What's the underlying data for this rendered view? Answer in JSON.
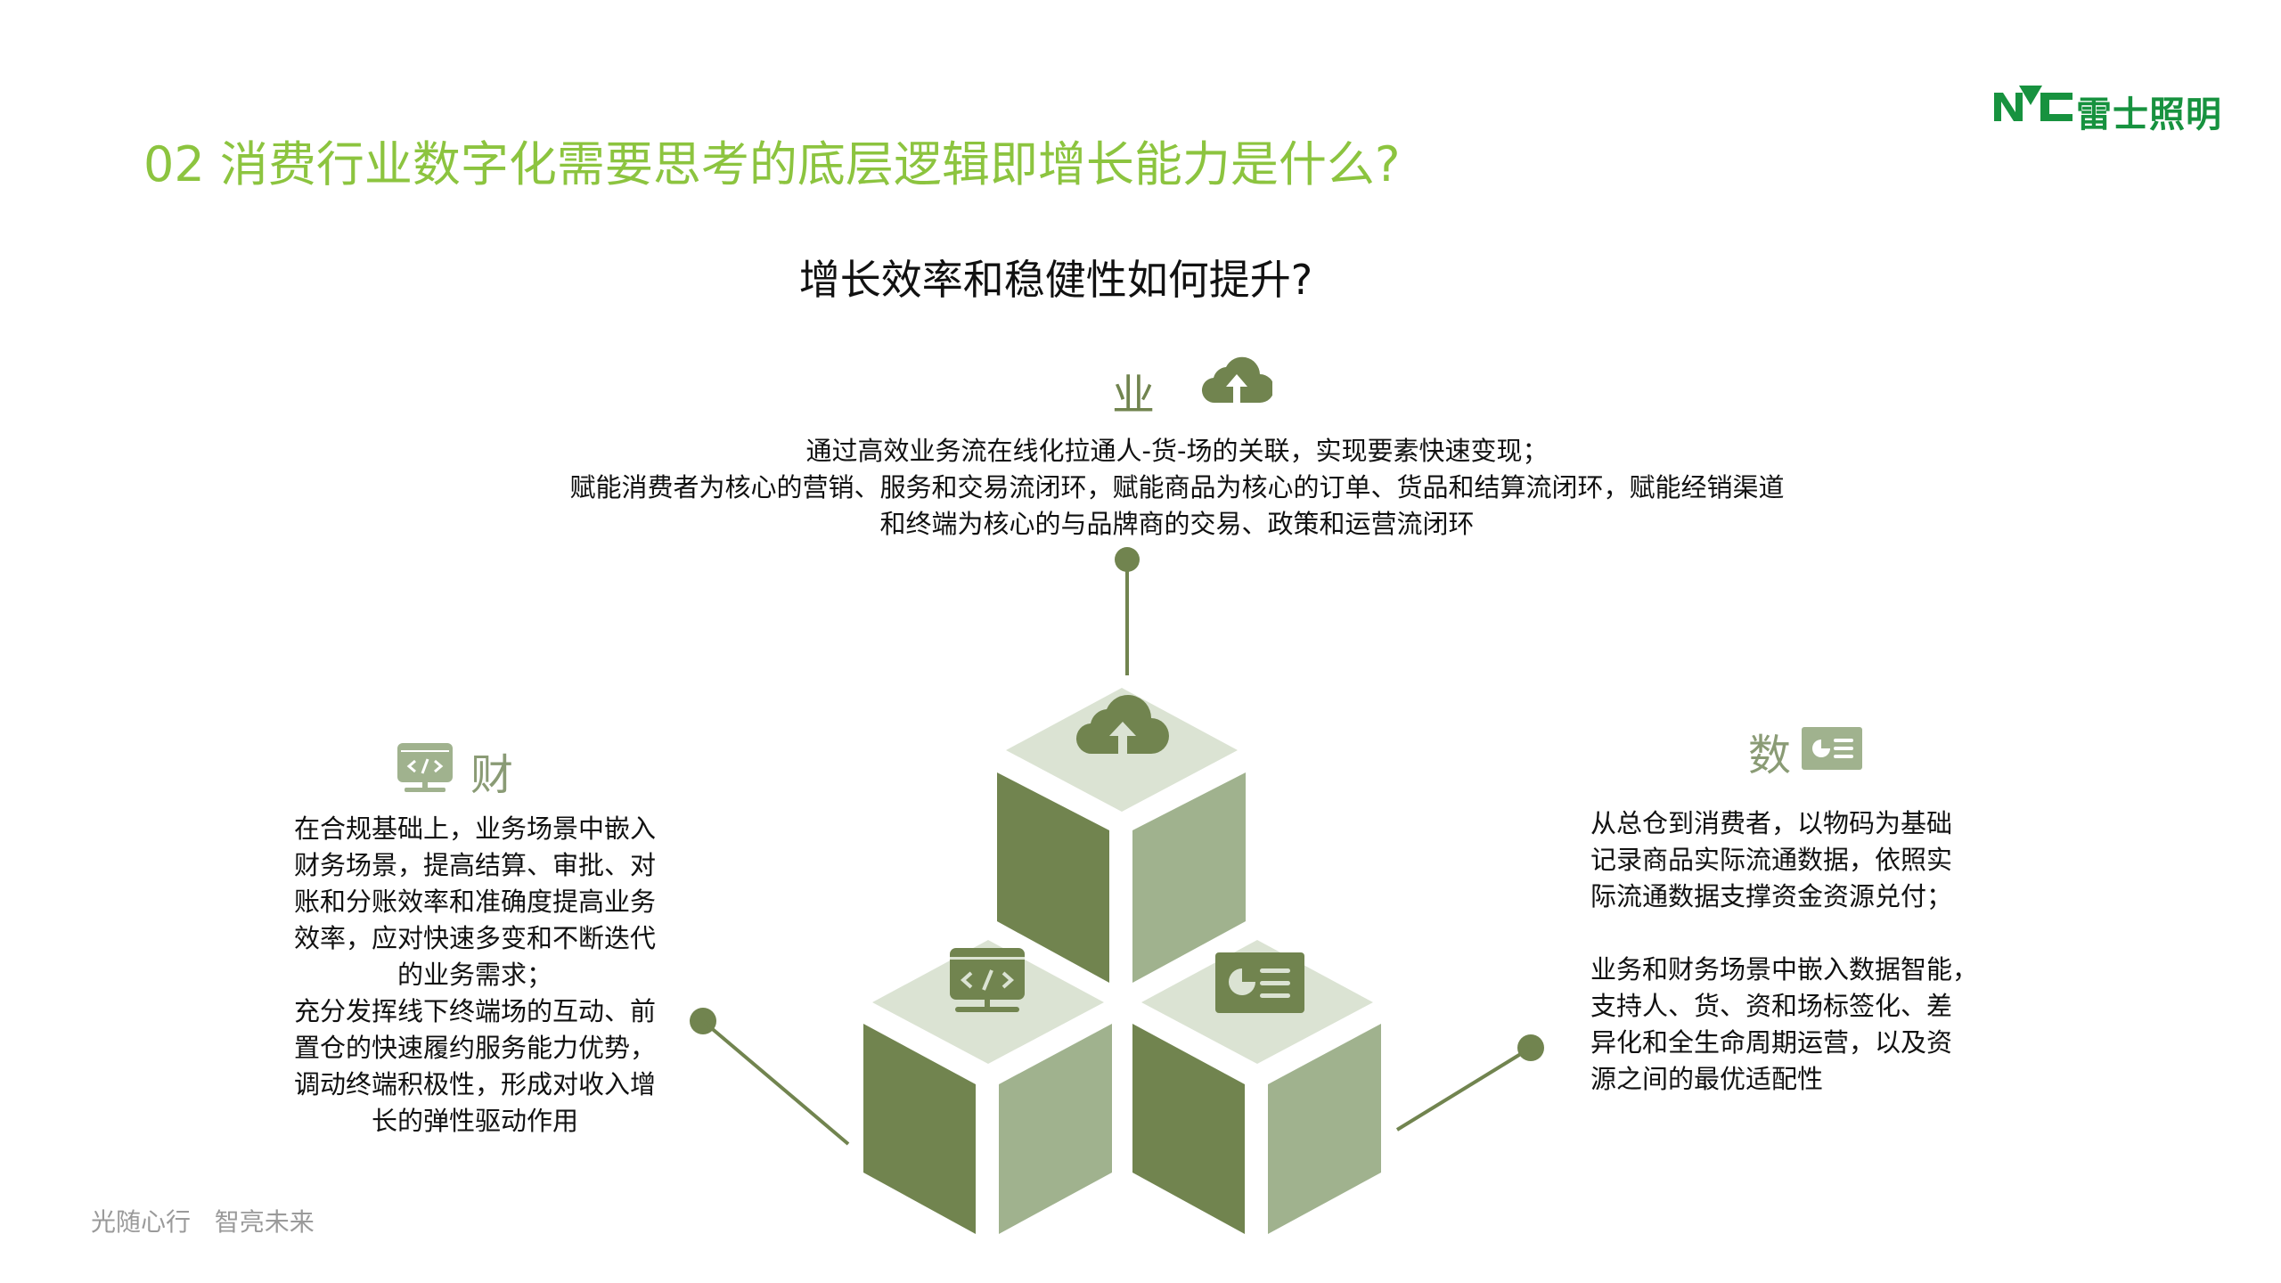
{
  "logo": {
    "brand": "NVC",
    "name": "雷士照明",
    "color": "#17923f"
  },
  "title": "02 消费行业数字化需要思考的底层逻辑即增长能力是什么?",
  "subtitle": "增长效率和稳健性如何提升?",
  "sections": {
    "business": {
      "label": "业",
      "icon": "cloud-upload-icon",
      "lines": [
        "通过高效业务流在线化拉通人-货-场的关联，实现要素快速变现；",
        "赋能消费者为核心的营销、服务和交易流闭环，赋能商品为核心的订单、货品和结算流闭环，赋能经销渠道",
        "和终端为核心的与品牌商的交易、政策和运营流闭环"
      ]
    },
    "finance": {
      "label": "财",
      "icon": "code-monitor-icon",
      "lines": [
        "在合规基础上，业务场景中嵌入",
        "财务场景，提高结算、审批、对",
        "账和分账效率和准确度提高业务",
        "效率，应对快速多变和不断迭代",
        "的业务需求；",
        "充分发挥线下终端场的互动、前",
        "置仓的快速履约服务能力优势，",
        "调动终端积极性，形成对收入增",
        "长的弹性驱动作用"
      ]
    },
    "data": {
      "label": "数",
      "icon": "chart-report-icon",
      "lines": [
        "从总仓到消费者，以物码为基础",
        "记录商品实际流通数据，依照实",
        "际流通数据支撑资金资源兑付；",
        "",
        "业务和财务场景中嵌入数据智能，",
        "支持人、货、资和场标签化、差",
        "异化和全生命周期运营，以及资",
        "源之间的最优适配性"
      ]
    }
  },
  "footer": "光随心行   智亮未来",
  "colors": {
    "title": "#8cc43f",
    "dark": "#71844f",
    "light": "#a0b28e",
    "top": "#dbe3d3"
  }
}
